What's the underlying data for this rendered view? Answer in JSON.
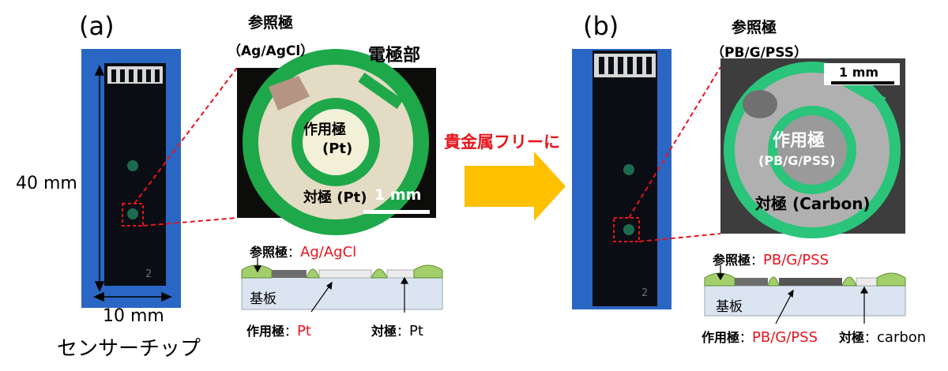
{
  "left": {
    "panel_label": "(a)",
    "dim_height": "40 mm",
    "dim_width": "10 mm",
    "chip_caption": "センサーチップ",
    "chip_mark": "2",
    "photo": {
      "title": "電極部",
      "ref_label": "参照極",
      "ref_material": "（Ag/AgCl）",
      "work_label": "作用極",
      "work_material": "(Pt)",
      "counter_label": "対極 (Pt)",
      "scale": "1 mm"
    },
    "cross_section": {
      "ref_label": "参照極",
      "ref_value": "Ag/AgCl",
      "substrate": "基板",
      "work_label": "作用極",
      "work_value": "Pt",
      "counter_label": "対極",
      "counter_value": "Pt",
      "colon": "："
    }
  },
  "middle": {
    "caption": "貴金属フリーに",
    "arrow_color": "#ffc000"
  },
  "right": {
    "panel_label": "(b)",
    "chip_mark": "2",
    "photo": {
      "ref_label": "参照極",
      "ref_material": "（PB/G/PSS）",
      "work_label": "作用極",
      "work_material": "(PB/G/PSS)",
      "counter_label": "対極 (Carbon)",
      "scale": "1 mm"
    },
    "cross_section": {
      "ref_label": "参照極",
      "ref_value": "PB/G/PSS",
      "substrate": "基板",
      "work_label": "作用極",
      "work_value": "PB/G/PSS",
      "counter_label": "対極",
      "counter_value": "carbon",
      "colon": "："
    }
  },
  "colors": {
    "chip_blue": "#2a66c4",
    "electrode_green": "#1ea84a",
    "highlight_red": "#e8141c",
    "substrate": "#dbe5f1"
  }
}
